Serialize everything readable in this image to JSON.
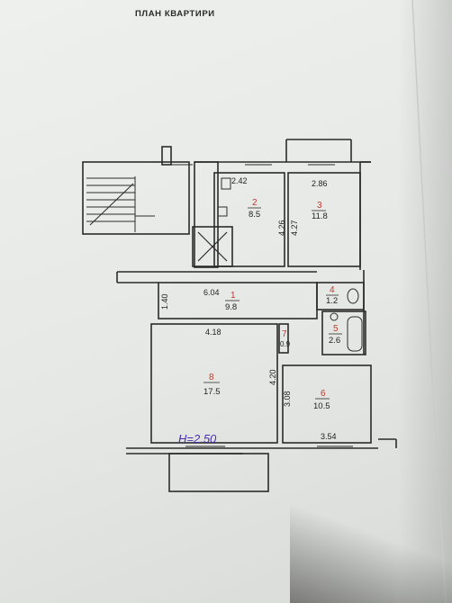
{
  "document": {
    "title": "ПЛАН КВАРТИРИ"
  },
  "rooms": [
    {
      "number": "1",
      "area": "9.8"
    },
    {
      "number": "2",
      "area": "8.5"
    },
    {
      "number": "3",
      "area": "11.8"
    },
    {
      "number": "4",
      "area": "1.2"
    },
    {
      "number": "5",
      "area": "2.6"
    },
    {
      "number": "6",
      "area": "10.5"
    },
    {
      "number": "7",
      "area": "0.9"
    },
    {
      "number": "8",
      "area": "17.5"
    }
  ],
  "dimensions": {
    "d_2_42": "2.42",
    "d_2_86": "2.86",
    "d_4_26": "4.26",
    "d_4_27": "4.27",
    "d_6_04": "6.04",
    "d_1_40": "1.40",
    "d_4_18": "4.18",
    "d_4_20": "4.20",
    "d_3_08": "3.08",
    "d_3_54": "3.54"
  },
  "ceiling_height": "H=2.50"
}
